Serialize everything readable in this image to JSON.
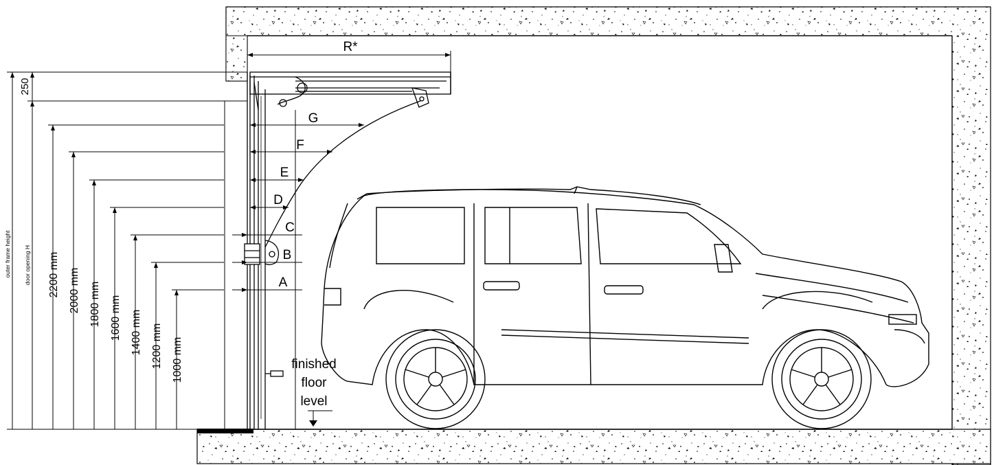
{
  "dimension_labels": {
    "r": "R*",
    "g": "G",
    "f": "F",
    "e": "E",
    "d": "D",
    "c": "C",
    "b": "B",
    "a": "A",
    "top_gap": "250"
  },
  "height_labels": {
    "outer_frame": "outer frame height",
    "door_opening": "door opening H",
    "h2200": "2200 mm",
    "h2000": "2000 mm",
    "h1800": "1800 mm",
    "h1600": "1600 mm",
    "h1400": "1400 mm",
    "h1200": "1200 mm",
    "h1000": "1000 mm"
  },
  "floor_label": {
    "line1": "finished",
    "line2": "floor",
    "line3": "level"
  },
  "colors": {
    "line": "#000000",
    "concrete_fill": "#ffffff",
    "background": "#ffffff"
  }
}
